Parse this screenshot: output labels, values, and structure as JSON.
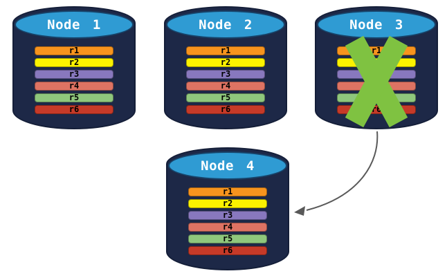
{
  "diagram": {
    "kind": "database-replication-failover"
  },
  "colors": {
    "cylinder_body": "#1D2847",
    "cylinder_top": "#2F9BD3",
    "outline": "#141E38",
    "failure_x": "#7FC241",
    "arrow": "#595959",
    "node_label_text": "#FFFFFF",
    "record_label_text": "#000000"
  },
  "records": [
    {
      "label": "r1",
      "color": "#F7941E"
    },
    {
      "label": "r2",
      "color": "#FBF200"
    },
    {
      "label": "r3",
      "color": "#8878BE"
    },
    {
      "label": "r4",
      "color": "#DE7363"
    },
    {
      "label": "r5",
      "color": "#8FC77C"
    },
    {
      "label": "r6",
      "color": "#C63A28"
    }
  ],
  "nodes": [
    {
      "label": "Node 1",
      "failed": false
    },
    {
      "label": "Node 2",
      "failed": false
    },
    {
      "label": "Node 3",
      "failed": true
    },
    {
      "label": "Node 4",
      "failed": false
    }
  ]
}
